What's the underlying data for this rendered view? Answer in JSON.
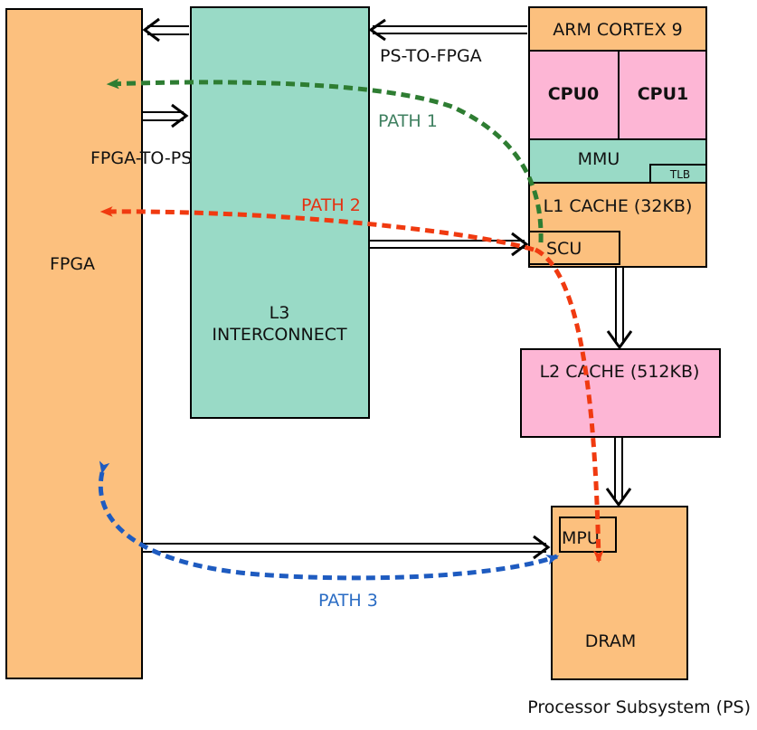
{
  "blocks": {
    "fpga": "FPGA",
    "interconnect_line1": "L3",
    "interconnect_line2": "INTERCONNECT",
    "arm": "ARM CORTEX 9",
    "cpu0": "CPU0",
    "cpu1": "CPU1",
    "mmu": "MMU",
    "tlb": "TLB",
    "l1": "L1 CACHE (32KB)",
    "scu": "SCU",
    "l2": "L2 CACHE (512KB)",
    "dram": "DRAM",
    "mpu": "MPU"
  },
  "links": {
    "ps_to_fpga": "PS-TO-FPGA",
    "fpga_to_ps": "FPGA-TO-PS"
  },
  "paths": {
    "path1": "PATH 1",
    "path2": "PATH 2",
    "path3": "PATH 3"
  },
  "caption": "Processor Subsystem (PS)",
  "colors": {
    "orange": "#FCC07E",
    "teal": "#99DAC6",
    "pink": "#FDB6D5",
    "path1": "#2E7D32",
    "path2": "#F03A10",
    "path3": "#1E5BC0"
  }
}
